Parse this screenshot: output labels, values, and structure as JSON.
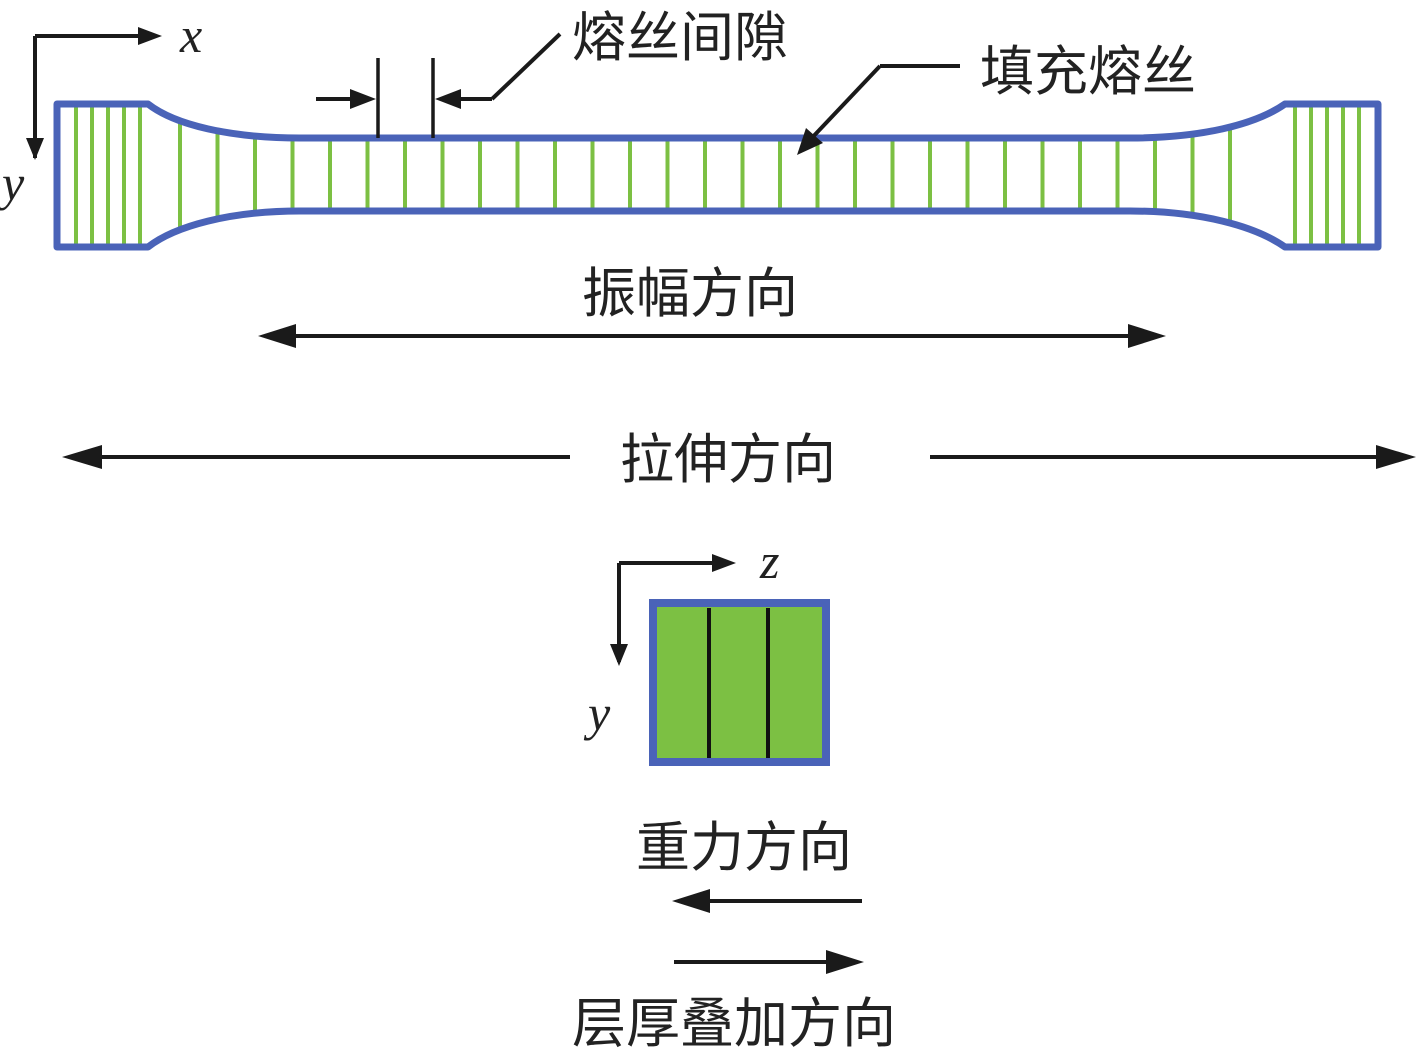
{
  "colors": {
    "outline": "#4a63b8",
    "filament": "#7cc043",
    "fill": "#ffffff",
    "ink": "#1a1a1a"
  },
  "top_view": {
    "axis_x_label": "x",
    "axis_y_label": "y",
    "gap_label": "熔丝间隙",
    "filament_label": "填充熔丝",
    "amplitude_label": "振幅方向"
  },
  "tension_label": "拉伸方向",
  "side_view": {
    "axis_z_label": "z",
    "axis_y_label": "y",
    "gravity_label": "重力方向",
    "layer_label": "层厚叠加方向"
  }
}
